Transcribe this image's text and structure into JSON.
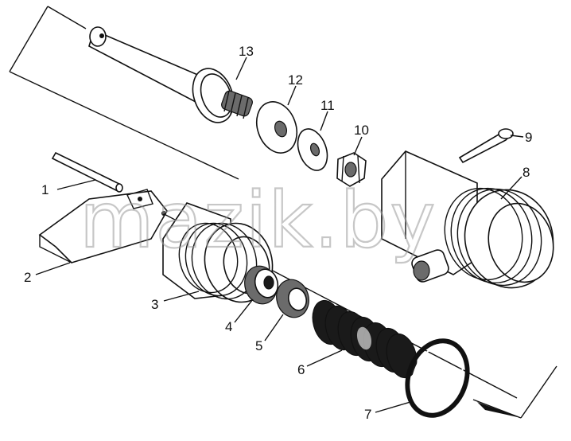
{
  "watermark": "mazik.by",
  "callouts": [
    {
      "id": "1",
      "text": "1"
    },
    {
      "id": "2",
      "text": "2"
    },
    {
      "id": "3",
      "text": "3"
    },
    {
      "id": "4",
      "text": "4"
    },
    {
      "id": "5",
      "text": "5"
    },
    {
      "id": "6",
      "text": "6"
    },
    {
      "id": "7",
      "text": "7"
    },
    {
      "id": "8",
      "text": "8"
    },
    {
      "id": "9",
      "text": "9"
    },
    {
      "id": "10",
      "text": "10"
    },
    {
      "id": "11",
      "text": "11"
    },
    {
      "id": "12",
      "text": "12"
    },
    {
      "id": "13",
      "text": "13"
    }
  ]
}
